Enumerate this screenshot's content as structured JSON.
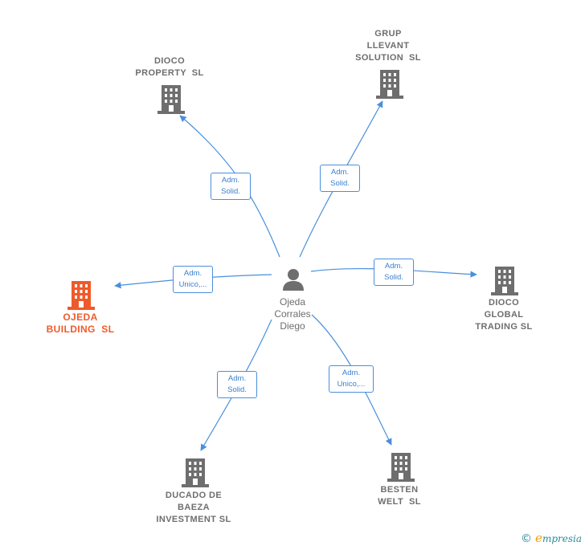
{
  "center": {
    "name_lines": [
      "Ojeda",
      "Corrales",
      "Diego"
    ]
  },
  "companies": {
    "dioco_property": {
      "lines": [
        "DIOCO",
        "PROPERTY  SL"
      ]
    },
    "grup_llevant": {
      "lines": [
        "GRUP",
        "LLEVANT",
        "SOLUTION  SL"
      ]
    },
    "ojeda_building": {
      "lines": [
        "OJEDA",
        "BUILDING  SL"
      ]
    },
    "dioco_global": {
      "lines": [
        "DIOCO",
        "GLOBAL",
        "TRADING SL"
      ]
    },
    "ducado": {
      "lines": [
        "DUCADO DE",
        "BAEZA",
        "INVESTMENT SL"
      ]
    },
    "besten": {
      "lines": [
        "BESTEN",
        "WELT  SL"
      ]
    }
  },
  "relations": {
    "dioco_property": [
      "Adm.",
      "Solid."
    ],
    "grup_llevant": [
      "Adm.",
      "Solid."
    ],
    "ojeda_building": [
      "Adm.",
      "Unico,..."
    ],
    "dioco_global": [
      "Adm.",
      "Solid."
    ],
    "ducado": [
      "Adm.",
      "Solid."
    ],
    "besten": [
      "Adm.",
      "Unico,..."
    ]
  },
  "colors": {
    "edge": "#4a8fdc",
    "company": "#6e6e6e",
    "highlight": "#ef5a2a",
    "person": "#6e6e6e"
  },
  "brand": {
    "copyright": "©",
    "name_initial": "e",
    "name_rest": "mpresia"
  }
}
